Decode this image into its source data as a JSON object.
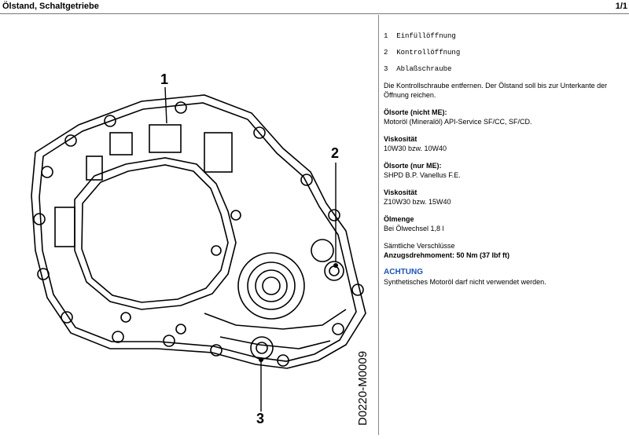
{
  "header": {
    "title": "Ölstand, Schaltgetriebe",
    "page": "1/1"
  },
  "figure": {
    "callouts": [
      "1",
      "2",
      "3"
    ],
    "code": "D0220-M0009"
  },
  "legend": [
    "1  Einfüllöffnung",
    "2  Kontrollöffnung",
    "3  Ablaßschraube"
  ],
  "intro": "Die Kontrollschraube entfernen. Der Ölstand soll bis zur Unterkante der Öffnung reichen.",
  "specs": [
    {
      "label": "Ölsorte (nicht ME):",
      "value": "Motoröl (Mineralöl) API-Service SF/CC, SF/CD."
    },
    {
      "label": "Viskosität",
      "value": "10W30 bzw. 10W40"
    },
    {
      "label": "Ölsorte (nur ME):",
      "value": "SHPD B.P. Vanellus F.E."
    },
    {
      "label": "Viskosität",
      "value": "Z10W30 bzw. 15W40"
    },
    {
      "label": "Ölmenge",
      "value": "Bei Ölwechsel 1,8 l"
    }
  ],
  "closures": {
    "label": "Sämtliche Verschlüsse",
    "torque": "Anzugsdrehmoment: 50 Nm (37 lbf ft)"
  },
  "warning": {
    "heading": "ACHTUNG",
    "text": "Synthetisches Motoröl darf nicht verwendet werden."
  }
}
